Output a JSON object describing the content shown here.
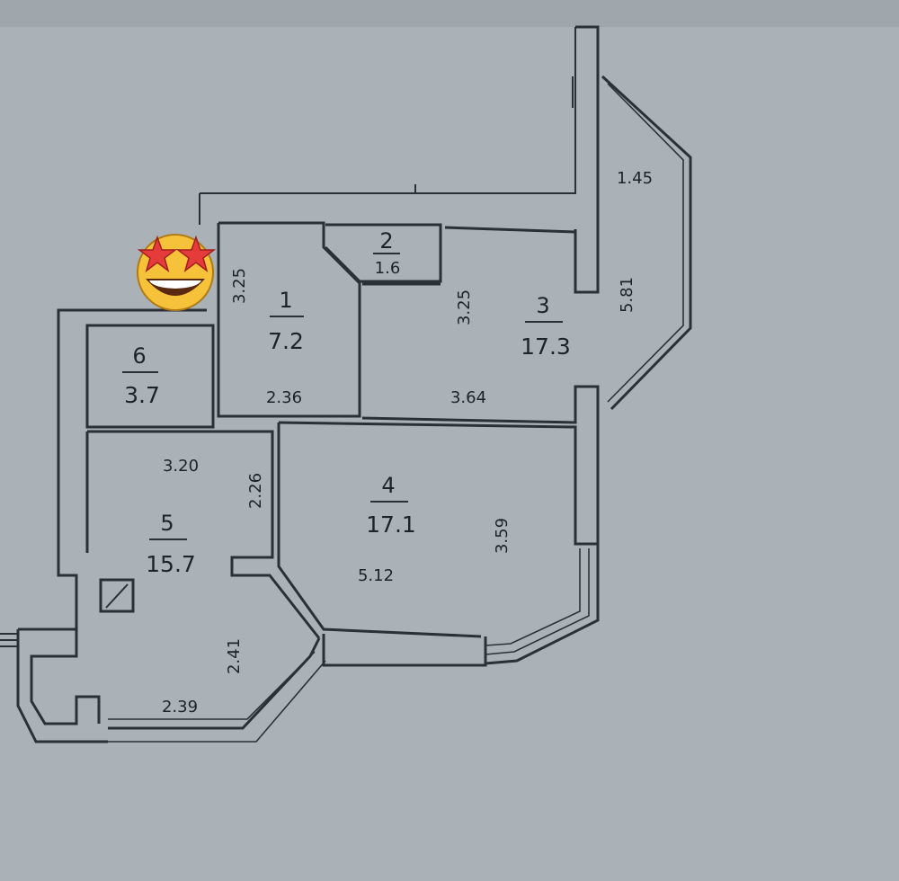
{
  "rooms": [
    {
      "id": "1",
      "area": "7.2"
    },
    {
      "id": "2",
      "area": "1.6"
    },
    {
      "id": "3",
      "area": "17.3"
    },
    {
      "id": "4",
      "area": "17.1"
    },
    {
      "id": "5",
      "area": "15.7"
    },
    {
      "id": "6",
      "area": "3.7"
    }
  ],
  "dimensions": {
    "balcony_width": "1.45",
    "balcony_length": "5.81",
    "room1_height": "3.25",
    "room1_width": "2.36",
    "room3_height": "3.25",
    "room3_width": "3.64",
    "room5_width": "3.20",
    "room5_height": "2.26",
    "room4_height": "3.59",
    "room4_width": "5.12",
    "loggia_height": "2.41",
    "loggia_width": "2.39"
  },
  "sticker": {
    "icon": "star-struck-emoji-icon"
  }
}
